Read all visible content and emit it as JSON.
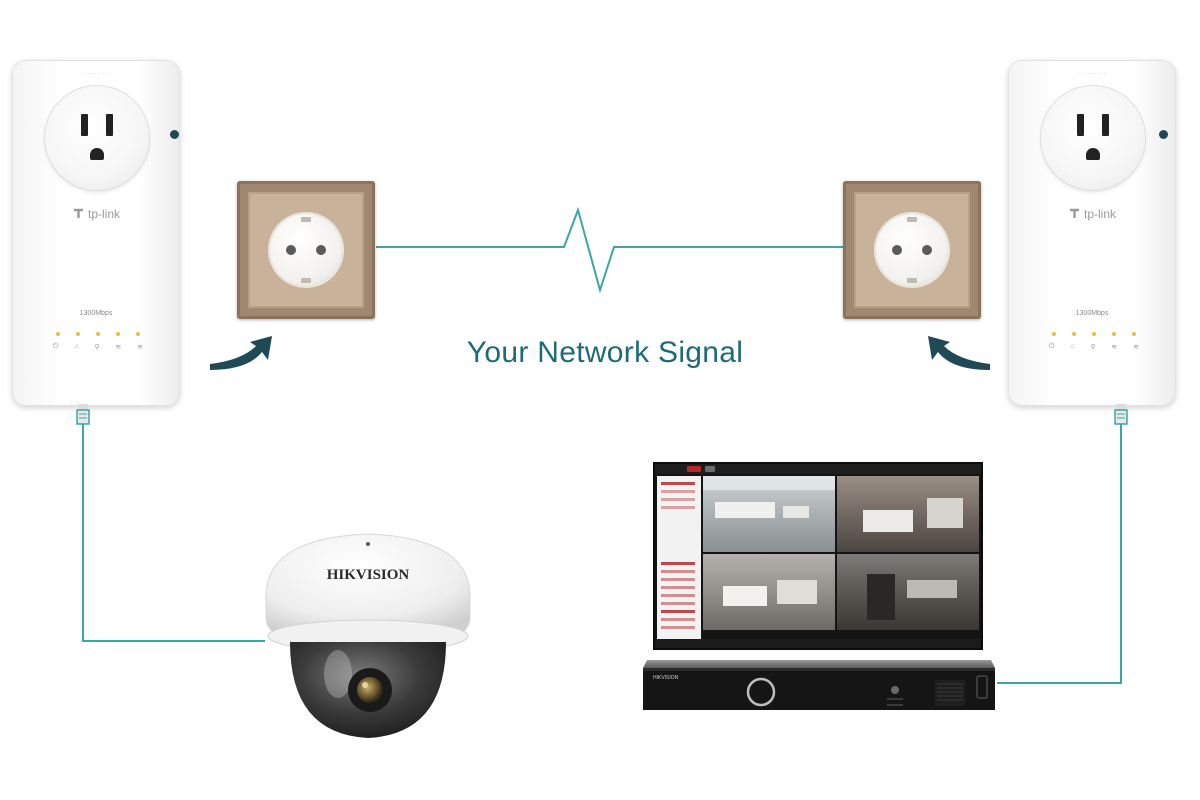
{
  "diagram": {
    "title": "Your Network Signal",
    "left_adapter": {
      "brand": "tp-link",
      "speed": "1300Mbps"
    },
    "right_adapter": {
      "brand": "tp-link",
      "speed": "1300Mbps"
    },
    "camera": {
      "brand": "HIKVISION"
    },
    "nvr": {
      "brand": "HIKVISION"
    },
    "colors": {
      "line": "#3aa6a6",
      "title": "#1d6a78",
      "arrow": "#1f4a55",
      "wall_frame": "#a08870"
    },
    "icons": [
      "power-icon",
      "arrow-up-icon",
      "arrow-down-icon",
      "lightning-signal-icon",
      "led-indicator-icon"
    ]
  }
}
